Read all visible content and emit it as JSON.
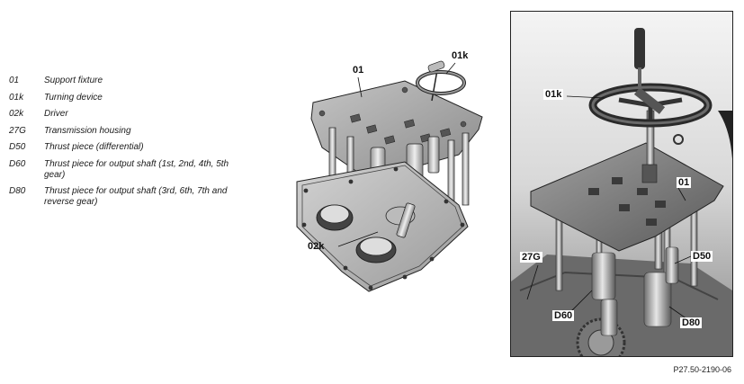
{
  "legend": [
    {
      "code": "01",
      "text": "Support fixture"
    },
    {
      "code": "01k",
      "text": "Turning device"
    },
    {
      "code": "02k",
      "text": "Driver"
    },
    {
      "code": "27G",
      "text": "Transmission housing"
    },
    {
      "code": "D50",
      "text": "Thrust piece (differential)"
    },
    {
      "code": "D60",
      "text": "Thrust piece for output shaft (1st, 2nd, 4th, 5th gear)"
    },
    {
      "code": "D80",
      "text": "Thrust piece for output shaft (3rd, 6th, 7th and reverse gear)"
    }
  ],
  "figure1": {
    "callouts": {
      "c01": "01",
      "c01k": "01k",
      "c02k": "02k"
    }
  },
  "figure2": {
    "callouts": {
      "c01k": "01k",
      "c01": "01",
      "c27G": "27G",
      "cD50": "D50",
      "cD60": "D60",
      "cD80": "D80"
    }
  },
  "reference": "P27.50-2190-06"
}
